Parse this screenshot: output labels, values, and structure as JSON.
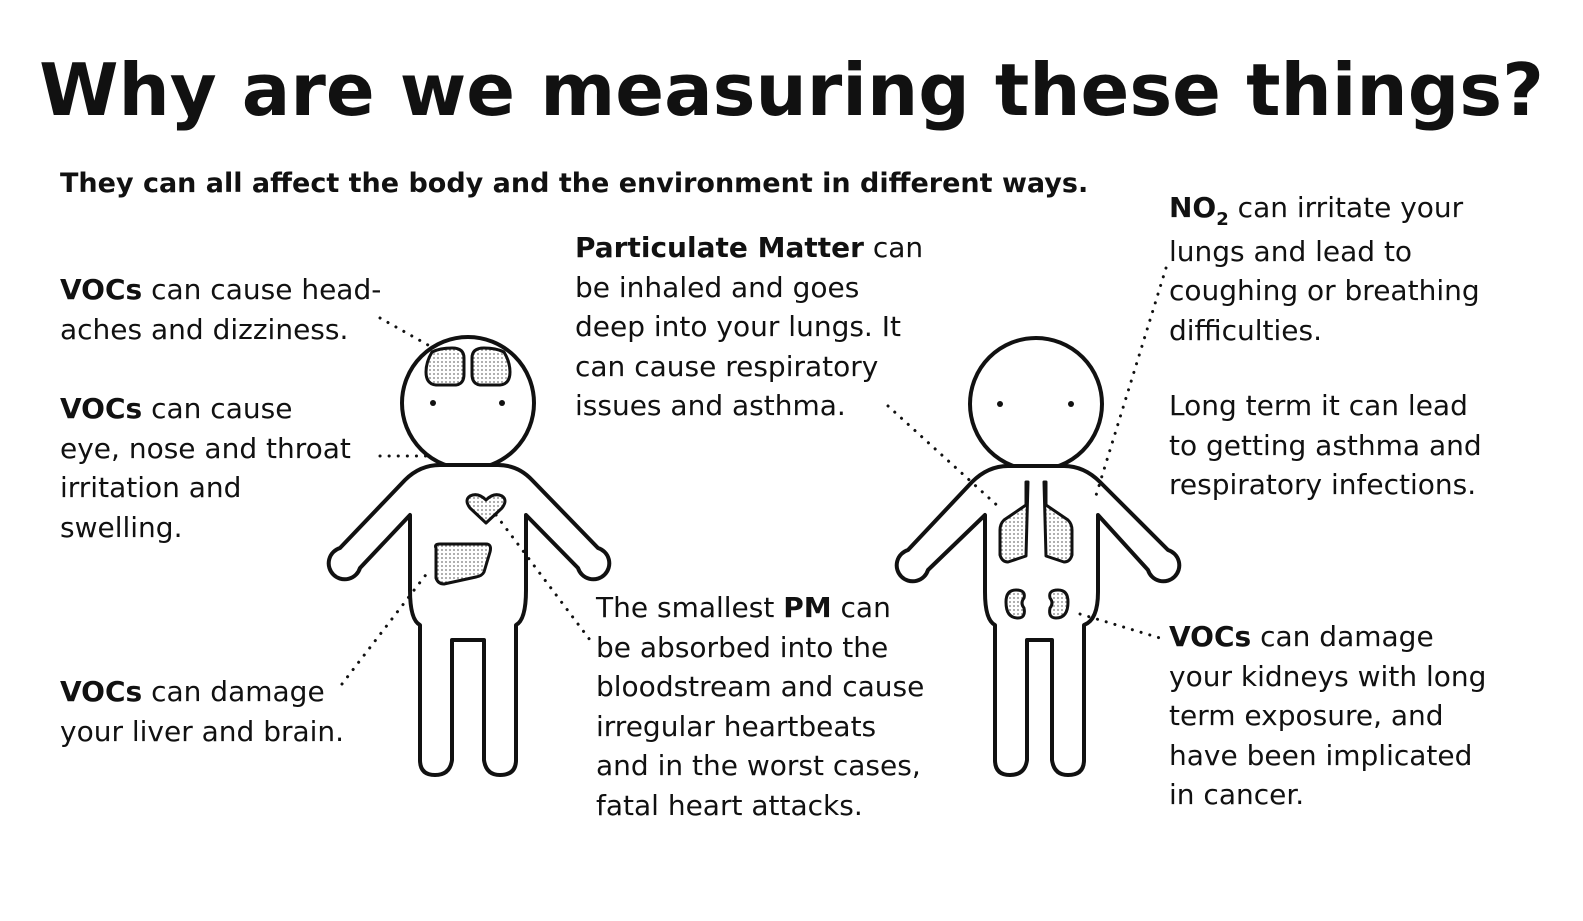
{
  "title": "Why are we measuring these things?",
  "subtitle": "They can all affect the body and the environment in different ways.",
  "annotations": {
    "voc_head": {
      "bold": "VOCs",
      "text": " can cause head-",
      "line2": "aches and dizziness."
    },
    "voc_eye": {
      "bold": "VOCs",
      "text": " can cause",
      "rest": [
        "eye, nose and throat",
        "irritation and",
        "swelling."
      ]
    },
    "voc_liver": {
      "bold": "VOCs",
      "text": " can damage",
      "rest": [
        "your liver and brain."
      ]
    },
    "pm": {
      "bold": "Particulate Matter",
      "text": " can",
      "rest": [
        "be inhaled and goes",
        "deep into your lungs. It",
        "can cause respiratory",
        "issues and asthma."
      ]
    },
    "pm_small": {
      "pre": "The smallest ",
      "bold": "PM",
      "text": " can",
      "rest": [
        "be absorbed into the",
        "bloodstream and cause",
        "irregular heartbeats",
        "and in the worst cases,",
        "fatal heart attacks."
      ]
    },
    "no2": {
      "bold": "NO",
      "sub": "2",
      "text": " can irritate your",
      "rest": [
        "lungs and lead to",
        "coughing or breathing",
        "difficulties."
      ]
    },
    "no2_long": {
      "lines": [
        "Long term it can lead",
        "to getting asthma and",
        "respiratory infections."
      ]
    },
    "voc_kidney": {
      "bold": "VOCs",
      "text": " can damage",
      "rest": [
        "your kidneys with long",
        "term exposure, and",
        "have been implicated",
        "in cancer."
      ]
    }
  },
  "colors": {
    "ink": "#111111",
    "background": "#ffffff",
    "fill_dots": "#888888"
  }
}
